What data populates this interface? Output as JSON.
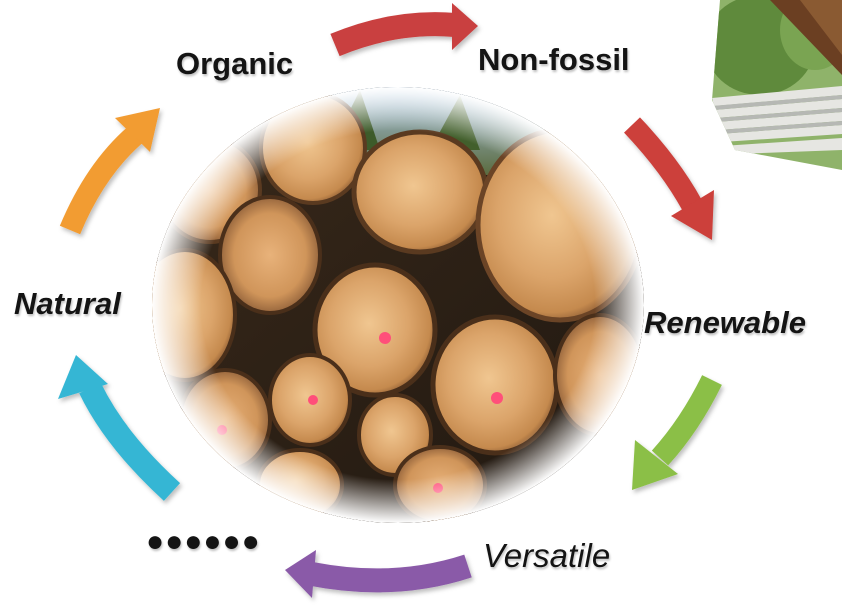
{
  "cycle": {
    "labels": {
      "organic": "Organic",
      "non_fossil": "Non-fossil",
      "renewable": "Renewable",
      "versatile": "Versatile",
      "natural": "Natural",
      "ellipsis": "●●●●●●"
    },
    "arrow_colors": {
      "organic_to_nonfossil": "#c9413f",
      "nonfossil_to_renewable": "#c9413f",
      "renewable_to_versatile": "#8bbf46",
      "versatile_to_ellipsis": "#8a5aa8",
      "ellipsis_to_natural": "#35b6d4",
      "natural_to_organic": "#f29c32"
    }
  },
  "images": {
    "center": "stacked-log-ends-photo",
    "corner": "wooden-pergola-photo"
  }
}
